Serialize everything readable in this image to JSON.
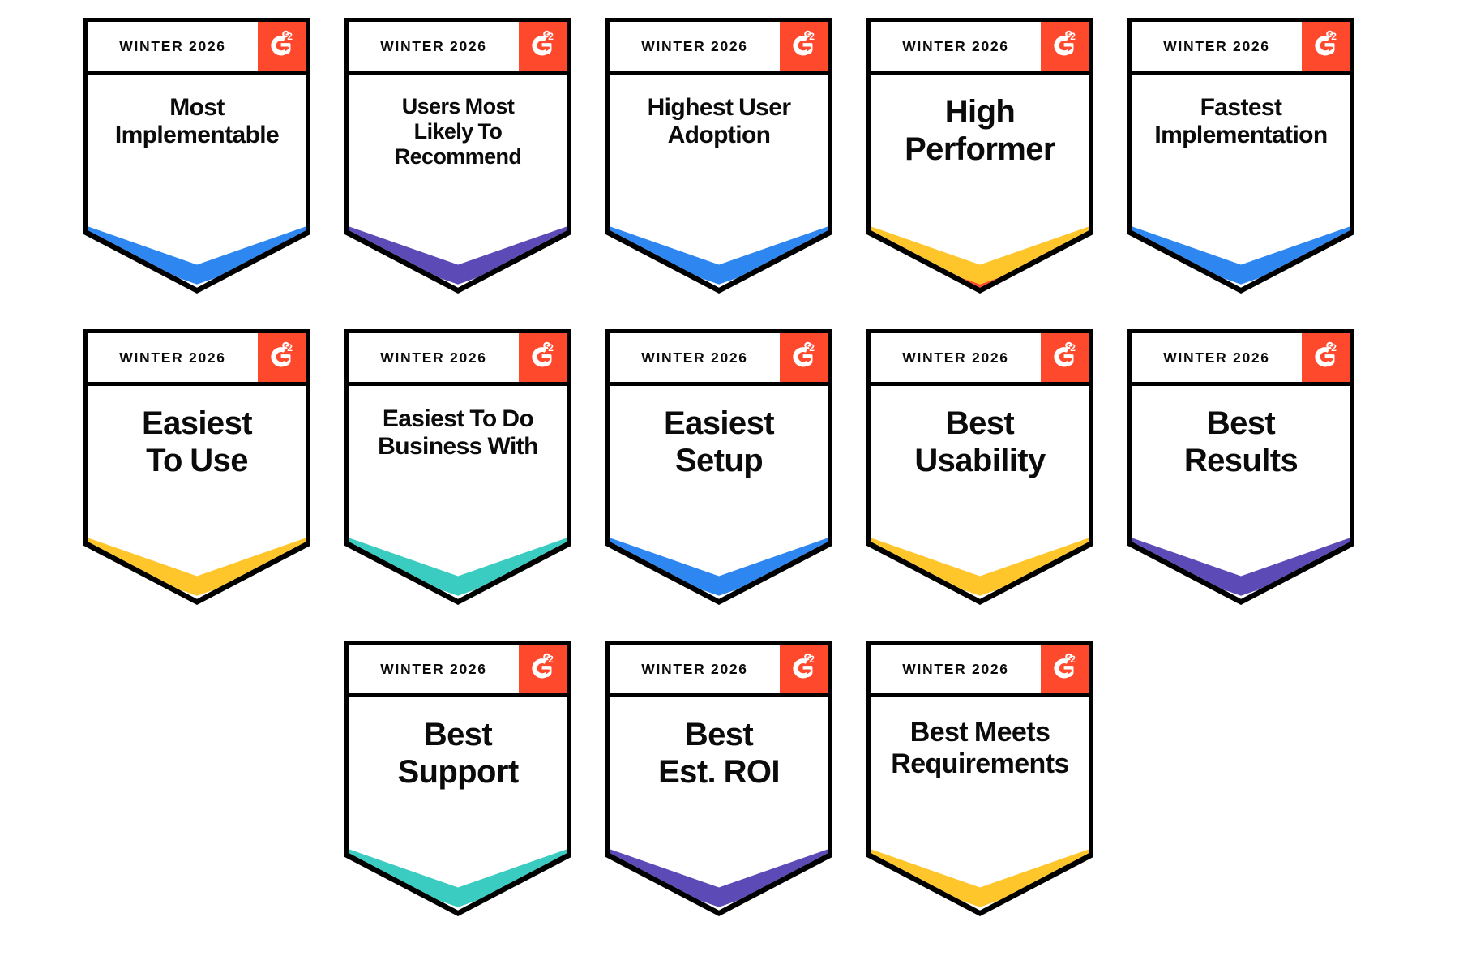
{
  "palette": {
    "g2_orange": "#FF492C",
    "blue": "#2E86F0",
    "purple": "#5C4BB6",
    "yellow": "#FFC62C",
    "teal": "#3ACCC0",
    "red": "#FF492C",
    "border_black": "#000000",
    "background": "#FFFFFF"
  },
  "common": {
    "season_label": "WINTER 2026",
    "logo_name": "g2-logo-icon"
  },
  "rows": [
    {
      "offset": false,
      "badges": [
        0,
        1,
        2,
        3,
        4
      ]
    },
    {
      "offset": false,
      "badges": [
        5,
        6,
        7,
        8,
        9
      ]
    },
    {
      "offset": true,
      "badges": [
        10,
        11,
        12
      ]
    }
  ],
  "badges": [
    {
      "id": "most-implementable",
      "season": "WINTER 2026",
      "title": "Most Implementable",
      "title_lines": [
        "Most",
        "Implementable"
      ],
      "size_class": "s3",
      "ribbon_primary": "#2E86F0",
      "ribbon_secondary": null,
      "ribbon_color_name": "blue"
    },
    {
      "id": "users-most-likely-to-recommend",
      "season": "WINTER 2026",
      "title": "Users Most Likely To Recommend",
      "title_lines": [
        "Users Most",
        "Likely To",
        "Recommend"
      ],
      "size_class": "s4",
      "ribbon_primary": "#5C4BB6",
      "ribbon_secondary": null,
      "ribbon_color_name": "purple"
    },
    {
      "id": "highest-user-adoption",
      "season": "WINTER 2026",
      "title": "Highest User Adoption",
      "title_lines": [
        "Highest User",
        "Adoption"
      ],
      "size_class": "s3",
      "ribbon_primary": "#2E86F0",
      "ribbon_secondary": null,
      "ribbon_color_name": "blue"
    },
    {
      "id": "high-performer",
      "season": "WINTER 2026",
      "title": "High Performer",
      "title_lines": [
        "High",
        "Performer"
      ],
      "size_class": "s1",
      "ribbon_primary": "#FFC62C",
      "ribbon_secondary": "#FF492C",
      "ribbon_color_name": "yellow-over-red"
    },
    {
      "id": "fastest-implementation",
      "season": "WINTER 2026",
      "title": "Fastest Implementation",
      "title_lines": [
        "Fastest",
        "Implementation"
      ],
      "size_class": "s3",
      "ribbon_primary": "#2E86F0",
      "ribbon_secondary": null,
      "ribbon_color_name": "blue"
    },
    {
      "id": "easiest-to-use",
      "season": "WINTER 2026",
      "title": "Easiest To Use",
      "title_lines": [
        "Easiest",
        "To Use"
      ],
      "size_class": "s1",
      "ribbon_primary": "#FFC62C",
      "ribbon_secondary": null,
      "ribbon_color_name": "yellow"
    },
    {
      "id": "easiest-to-do-business-with",
      "season": "WINTER 2026",
      "title": "Easiest To Do Business With",
      "title_lines": [
        "Easiest To Do",
        "Business With"
      ],
      "size_class": "s3",
      "ribbon_primary": "#3ACCC0",
      "ribbon_secondary": null,
      "ribbon_color_name": "teal"
    },
    {
      "id": "easiest-setup",
      "season": "WINTER 2026",
      "title": "Easiest Setup",
      "title_lines": [
        "Easiest",
        "Setup"
      ],
      "size_class": "s1",
      "ribbon_primary": "#2E86F0",
      "ribbon_secondary": null,
      "ribbon_color_name": "blue"
    },
    {
      "id": "best-usability",
      "season": "WINTER 2026",
      "title": "Best Usability",
      "title_lines": [
        "Best",
        "Usability"
      ],
      "size_class": "s1",
      "ribbon_primary": "#FFC62C",
      "ribbon_secondary": null,
      "ribbon_color_name": "yellow"
    },
    {
      "id": "best-results",
      "season": "WINTER 2026",
      "title": "Best Results",
      "title_lines": [
        "Best",
        "Results"
      ],
      "size_class": "s1",
      "ribbon_primary": "#5C4BB6",
      "ribbon_secondary": null,
      "ribbon_color_name": "purple"
    },
    {
      "id": "best-support",
      "season": "WINTER 2026",
      "title": "Best Support",
      "title_lines": [
        "Best",
        "Support"
      ],
      "size_class": "s1",
      "ribbon_primary": "#3ACCC0",
      "ribbon_secondary": null,
      "ribbon_color_name": "teal"
    },
    {
      "id": "best-est-roi",
      "season": "WINTER 2026",
      "title": "Best Est. ROI",
      "title_lines": [
        "Best",
        "Est. ROI"
      ],
      "size_class": "s1",
      "ribbon_primary": "#5C4BB6",
      "ribbon_secondary": null,
      "ribbon_color_name": "purple"
    },
    {
      "id": "best-meets-requirements",
      "season": "WINTER 2026",
      "title": "Best Meets Requirements",
      "title_lines": [
        "Best Meets",
        "Requirements"
      ],
      "size_class": "s2",
      "ribbon_primary": "#FFC62C",
      "ribbon_secondary": null,
      "ribbon_color_name": "yellow"
    }
  ]
}
